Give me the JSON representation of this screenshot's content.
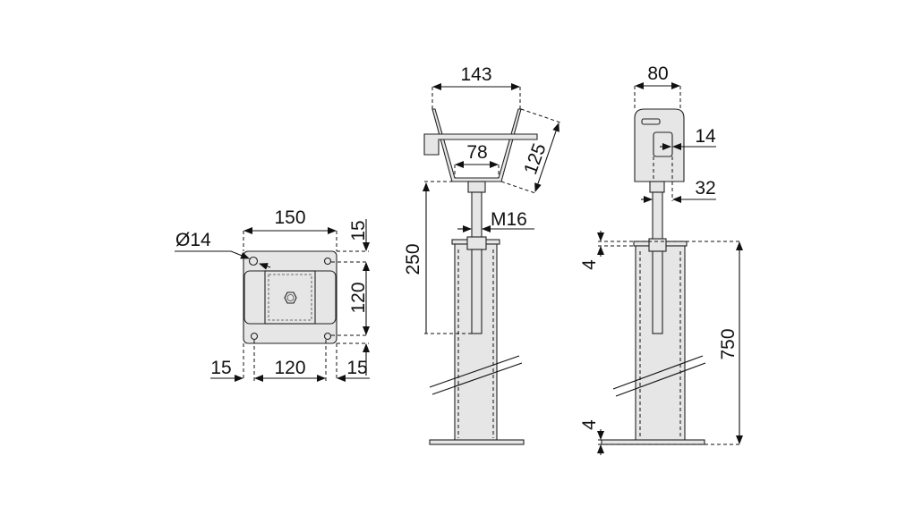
{
  "colors": {
    "part_fill": "#e6e6e6",
    "line": "#111111"
  },
  "plate_view": {
    "width": "150",
    "hole_diameter": "Ø14",
    "top_margin": "15",
    "hole_spacing_v": "120",
    "bottom_edge": "15",
    "left_margin": "15",
    "hole_spacing_h": "120",
    "right_margin": "15"
  },
  "front_view": {
    "top_width": "143",
    "bottom_width": "78",
    "side_length": "125",
    "rod_length": "250",
    "thread": "M16"
  },
  "side_view": {
    "width": "80",
    "slot": "14",
    "offset": "32",
    "top_gap": "4",
    "height": "750",
    "bottom_gap": "4"
  }
}
